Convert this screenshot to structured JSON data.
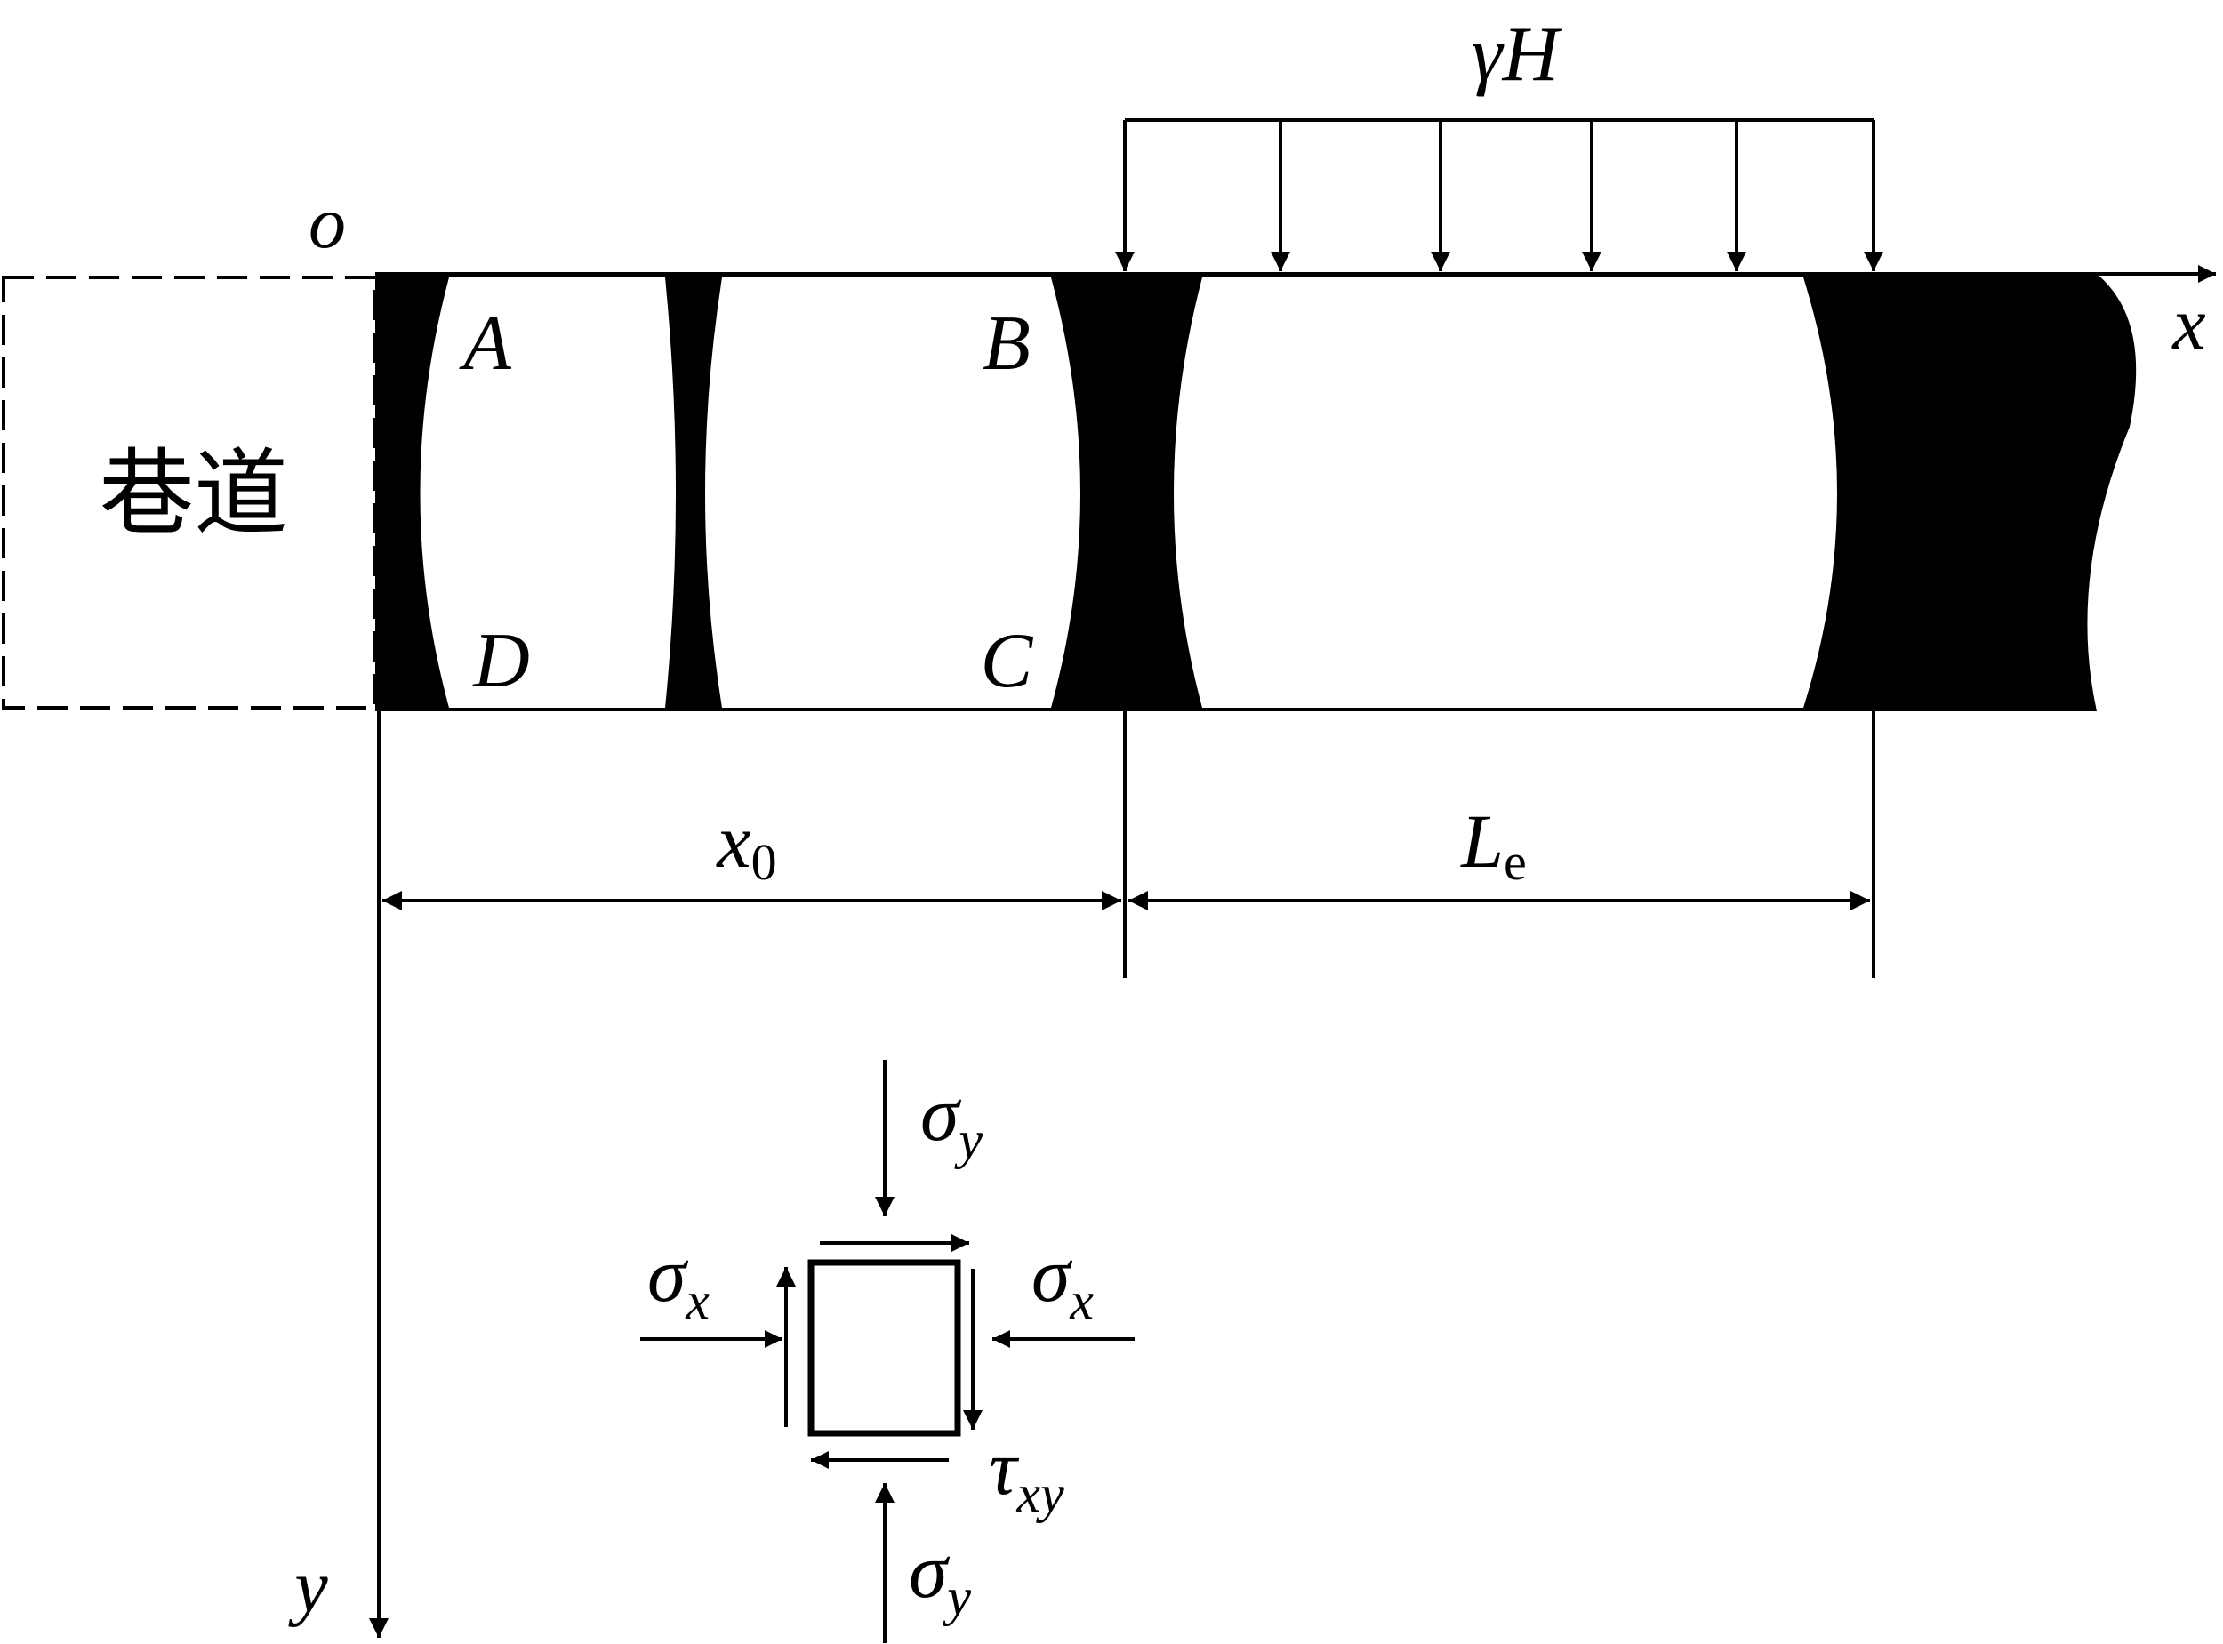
{
  "labels": {
    "origin": "o",
    "x_axis": "x",
    "y_axis": "y",
    "roadway": "巷道",
    "load": {
      "gamma": "γ",
      "H": "H"
    },
    "corner_a": "A",
    "corner_b": "B",
    "corner_c": "C",
    "corner_d": "D",
    "dim_x0": {
      "base": "x",
      "sub": "0"
    },
    "dim_le": {
      "base": "L",
      "sub": "e"
    },
    "sigma_y_top": {
      "base": "σ",
      "sub": "y"
    },
    "sigma_y_bottom": {
      "base": "σ",
      "sub": "y"
    },
    "sigma_x_left": {
      "base": "σ",
      "sub": "x"
    },
    "sigma_x_right": {
      "base": "σ",
      "sub": "x"
    },
    "tau_xy": {
      "base": "τ",
      "sub": "xy"
    }
  },
  "colors": {
    "ink": "#000000",
    "paper": "#ffffff"
  }
}
